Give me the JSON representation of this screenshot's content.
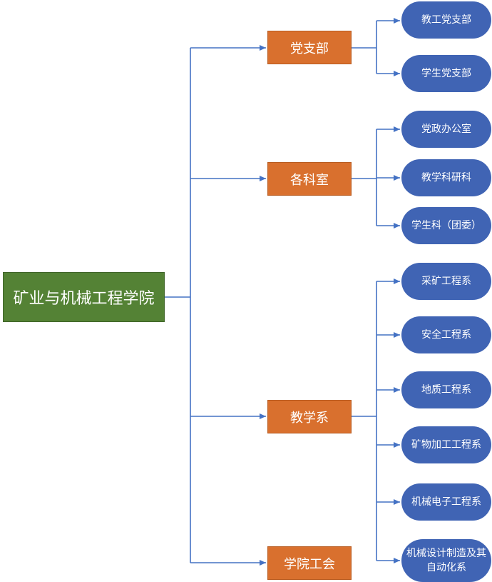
{
  "colors": {
    "root_fill": "#548235",
    "dept_fill": "#d9702e",
    "unit_fill": "#4064b4",
    "connector": "#4472c4",
    "text": "#ffffff"
  },
  "root": {
    "label": "矿业与机械工程学院"
  },
  "departments": [
    {
      "label": "党支部",
      "units": [
        "教工党支部",
        "学生党支部"
      ]
    },
    {
      "label": "各科室",
      "units": [
        "党政办公室",
        "教学科研科",
        "学生科（团委）"
      ]
    },
    {
      "label": "教学系",
      "units": [
        "采矿工程系",
        "安全工程系",
        "地质工程系",
        "矿物加工工程系",
        "机械电子工程系",
        "机械设计制造及其自动化系"
      ]
    },
    {
      "label": "学院工会",
      "units": []
    }
  ]
}
